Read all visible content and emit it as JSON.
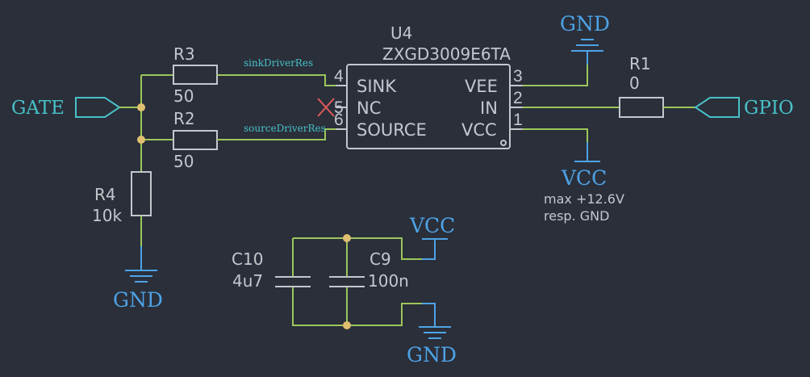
{
  "ic": {
    "ref": "U4",
    "value": "ZXGD3009E6TA",
    "pins": [
      {
        "num": "4",
        "name": "SINK"
      },
      {
        "num": "5",
        "name": "NC"
      },
      {
        "num": "6",
        "name": "SOURCE"
      },
      {
        "num": "3",
        "name": "VEE"
      },
      {
        "num": "2",
        "name": "IN"
      },
      {
        "num": "1",
        "name": "VCC"
      }
    ]
  },
  "resistors": {
    "r3": {
      "ref": "R3",
      "value": "50"
    },
    "r2": {
      "ref": "R2",
      "value": "50"
    },
    "r4": {
      "ref": "R4",
      "value": "10k"
    },
    "r1": {
      "ref": "R1",
      "value": "0"
    }
  },
  "capacitors": {
    "c10": {
      "ref": "C10",
      "value": "4u7"
    },
    "c9": {
      "ref": "C9",
      "value": "100n"
    }
  },
  "nets": {
    "sink": "sinkDriverRes",
    "source": "sourceDriverRes"
  },
  "ports": {
    "gate": "GATE",
    "gpio": "GPIO"
  },
  "power": {
    "gnd_top": "GND",
    "vcc_right": "VCC",
    "gnd_left": "GND",
    "vcc_caps": "VCC",
    "gnd_caps": "GND"
  },
  "note": {
    "line1": "max +12.6V",
    "line2": "resp. GND"
  },
  "colors": {
    "background": "#2a2f3a",
    "wire": "#9cc65a",
    "power_wire": "#4ea3e6",
    "part_outline": "#c4c7cc",
    "junction": "#e0c070",
    "port": "#48c1c7",
    "no_connect": "#e05a5a"
  }
}
